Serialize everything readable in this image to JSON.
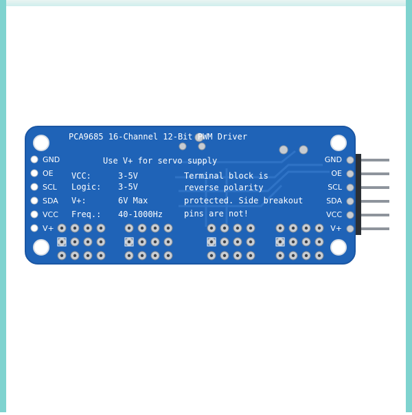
{
  "board": {
    "title": "PCA9685 16-Channel 12-Bit PWM Driver",
    "supply_note": "Use V+ for servo supply",
    "specs": [
      {
        "label": "VCC:",
        "value": "3-5V"
      },
      {
        "label": "Logic:",
        "value": "3-5V"
      },
      {
        "label": "V+:",
        "value": "6V Max"
      },
      {
        "label": "Freq.:",
        "value": "40-1000Hz"
      }
    ],
    "note_lines": [
      "Terminal block is",
      "reverse polarity",
      "protected. Side breakout",
      "pins are not!"
    ],
    "left_pins": [
      "GND",
      "OE",
      "SCL",
      "SDA",
      "VCC",
      "V+"
    ],
    "right_pins": [
      "GND",
      "OE",
      "SCL",
      "SDA",
      "VCC",
      "V+"
    ],
    "colors": {
      "pcb": "#1f63b7",
      "pcb_edge": "#1a56a3",
      "silkscreen": "#ffffff",
      "header_pin": "#9aa0a8"
    }
  }
}
